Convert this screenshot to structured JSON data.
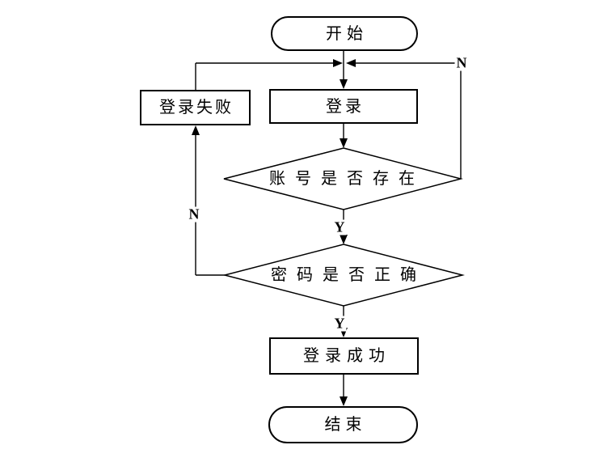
{
  "flowchart": {
    "nodes": {
      "start": {
        "label": "开始",
        "type": "terminator"
      },
      "login": {
        "label": "登录",
        "type": "process"
      },
      "login_fail": {
        "label": "登录失败",
        "type": "process"
      },
      "check_account": {
        "label": "账号是否存在",
        "type": "decision"
      },
      "check_password": {
        "label": "密码是否正确",
        "type": "decision"
      },
      "login_success": {
        "label": "登录成功",
        "type": "process"
      },
      "end": {
        "label": "结束",
        "type": "terminator"
      }
    },
    "edge_labels": {
      "account_not_exists": "N",
      "account_exists": "Y",
      "password_wrong": "N",
      "password_correct": "Y"
    },
    "colors": {
      "line": "#000000",
      "fill": "#ffffff"
    }
  }
}
